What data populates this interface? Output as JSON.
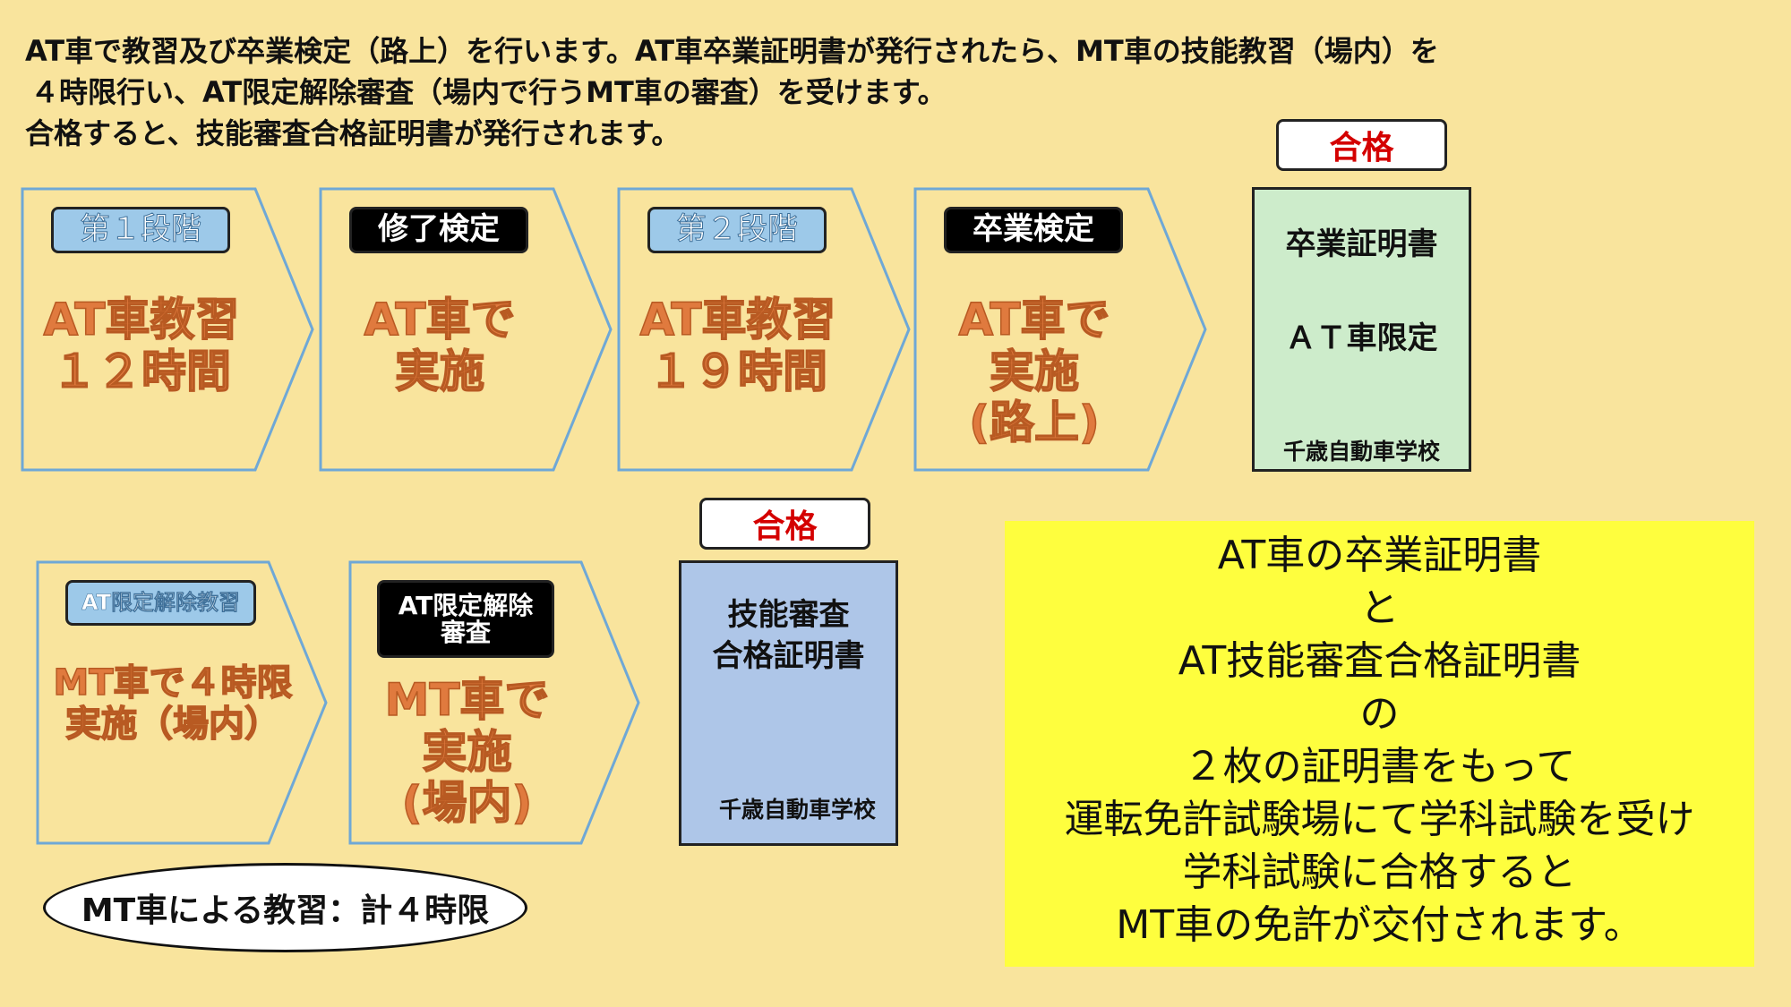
{
  "intro": {
    "lines": [
      "AT車で教習及び卒業検定（路上）を行います。AT車卒業証明書が発行されたら、MT車の技能教習（場内）を",
      "４時限行い、AT限定解除審査（場内で行うMT車の審査）を受けます。",
      "合格すると、技能審査合格証明書が発行されます。"
    ]
  },
  "row1": [
    {
      "label": "第１段階",
      "style": "blue",
      "text": "AT車教習\n１２時間"
    },
    {
      "label": "修了検定",
      "style": "black",
      "text": "AT車で\n実施"
    },
    {
      "label": "第２段階",
      "style": "blue",
      "text": "AT車教習\n１９時間"
    },
    {
      "label": "卒業検定",
      "style": "black",
      "text": "AT車で\n実施\n(路上)"
    }
  ],
  "cert1": {
    "pass": "合格",
    "title": "卒業証明書",
    "subtitle": "ＡＴ車限定",
    "school": "千歳自動車学校"
  },
  "row2": [
    {
      "label": "AT限定解除教習",
      "style": "blue",
      "text": "MT車で４時限\n実施（場内）"
    },
    {
      "label": "AT限定解除\n審査",
      "style": "black",
      "text": "MT車で\n実施\n(場内)"
    }
  ],
  "cert2": {
    "pass": "合格",
    "title1": "技能審査",
    "title2": "合格証明書",
    "school": "千歳自動車学校"
  },
  "summary": {
    "lines": [
      "AT車の卒業証明書",
      "と",
      "AT技能審査合格証明書",
      "の",
      "２枚の証明書をもって",
      "運転免許試験場にて学科試験を受け",
      "学科試験に合格すると",
      "MT車の免許が交付されます。"
    ]
  },
  "note": "MT車による教習：計４時限",
  "colors": {
    "background": "#f9e49d",
    "arrow_stroke": "#6fa8d6",
    "orange": "#e07a3e",
    "green_cert": "#cdeccb",
    "blue_cert": "#aec6e8",
    "yellow": "#fefe3e",
    "pass_red": "#d40000"
  }
}
